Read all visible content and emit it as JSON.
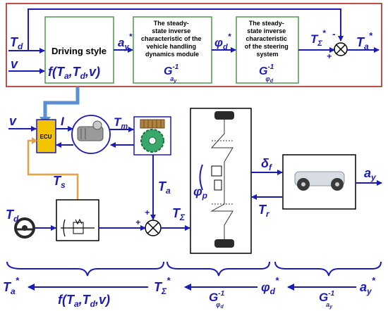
{
  "top": {
    "input_td": "T",
    "input_td_sub": "d",
    "input_v": "v",
    "driving_style_title": "Driving style",
    "driving_style_func": "f(T",
    "driving_style_func_a": "a",
    "driving_style_func_mid": ",T",
    "driving_style_func_d": "d",
    "driving_style_func_end": ",v)",
    "ay_star": "a",
    "ay_star_sub": "y",
    "star": "*",
    "vehicle_box": [
      "The steady-",
      "state inverse",
      "characteristic of the",
      "vehicle handling",
      "dynamics module"
    ],
    "g_label": "G",
    "g_sup": "-1",
    "g_sub_ay": "a",
    "g_sub_ay_y": "y",
    "phi_d_star": "φ",
    "phi_d_sub": "d",
    "steering_box": [
      "The steady-",
      "state inverse",
      "characteristic",
      "of the steering",
      "system"
    ],
    "g_sub_phi": "φ",
    "g_sub_phi_d": "d",
    "t_sigma_star": "T",
    "t_sigma_sub": "Σ",
    "plus": "+",
    "minus": "-",
    "ta_star": "T",
    "ta_sub": "a"
  },
  "mid": {
    "v": "v",
    "ecu": "ECU",
    "i": "I",
    "tm": "T",
    "tm_sub": "m",
    "ts": "T",
    "ts_sub": "s",
    "td": "T",
    "td_sub": "d",
    "ta": "T",
    "ta_sub": "a",
    "t_sigma": "T",
    "t_sigma_sub": "Σ",
    "phi_p": "φ",
    "phi_p_sub": "p",
    "delta_f": "δ",
    "delta_f_sub": "f",
    "tr": "T",
    "tr_sub": "r",
    "ay": "a",
    "ay_sub": "y",
    "plus": "+"
  },
  "bottom": {
    "ta_star": "T",
    "ta_sub": "a",
    "star": "*",
    "func": "f(T",
    "func_a": "a",
    "func_mid": ",T",
    "func_d": "d",
    "func_end": ",v)",
    "t_sigma": "T",
    "t_sigma_sub": "Σ",
    "g": "G",
    "g_sup": "-1",
    "g_sub_phi": "φ",
    "g_sub_phi_d": "d",
    "phi_d": "φ",
    "phi_d_sub": "d",
    "g_sub_ay": "a",
    "g_sub_ay_y": "y",
    "ay": "a",
    "ay_sub": "y"
  },
  "colors": {
    "blue": "#1b1bb5",
    "frame_red": "#c0504d",
    "box_green": "#4a9a4a",
    "ecu_yellow": "#f5c400",
    "feedback_orange": "#e8a040",
    "bus_blue": "#5b8fd0"
  }
}
